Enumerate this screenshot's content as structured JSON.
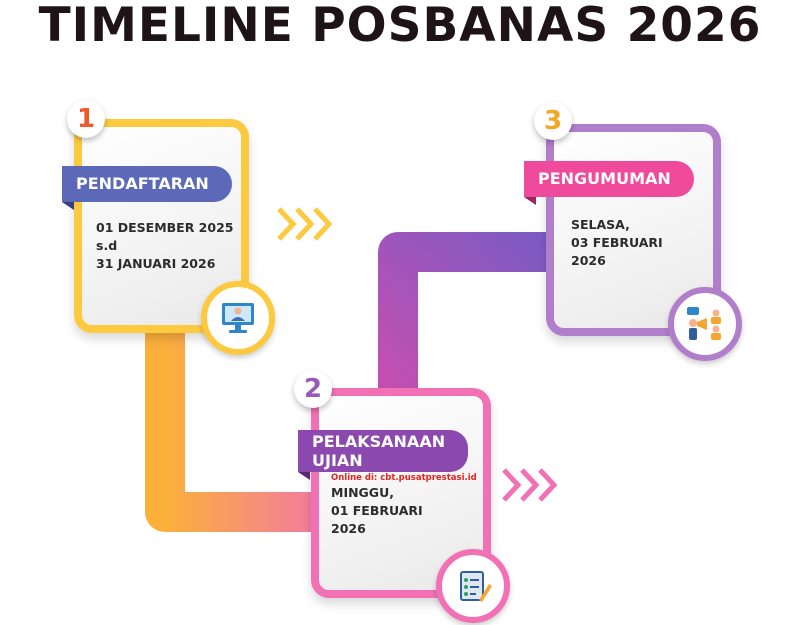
{
  "title": "TIMELINE POSBANAS 2026",
  "colors": {
    "step1": "#fdc93f",
    "step2": "#f271b4",
    "step3": "#b17ecb",
    "ribbon1": "#5b69b8",
    "ribbon2": "#8b48ae",
    "ribbon3": "#ef4a9c",
    "note": "#e6231f"
  },
  "steps": [
    {
      "number": "1",
      "label": "PENDAFTARAN",
      "date_lines": [
        "01 DESEMBER 2025",
        "s.d",
        "31 JANUARI 2026"
      ],
      "icon": "computer-user-icon"
    },
    {
      "number": "2",
      "label_lines": [
        "PELAKSANAAN",
        "UJIAN"
      ],
      "note": "Online di: cbt.pusatprestasi.id",
      "date_lines": [
        "MINGGU,",
        "01 FEBRUARI",
        "2026"
      ],
      "icon": "exam-checklist-icon"
    },
    {
      "number": "3",
      "label": "PENGUMUMAN",
      "date_lines": [
        "SELASA,",
        "03 FEBRUARI",
        "2026"
      ],
      "icon": "announcement-megaphone-icon"
    }
  ]
}
